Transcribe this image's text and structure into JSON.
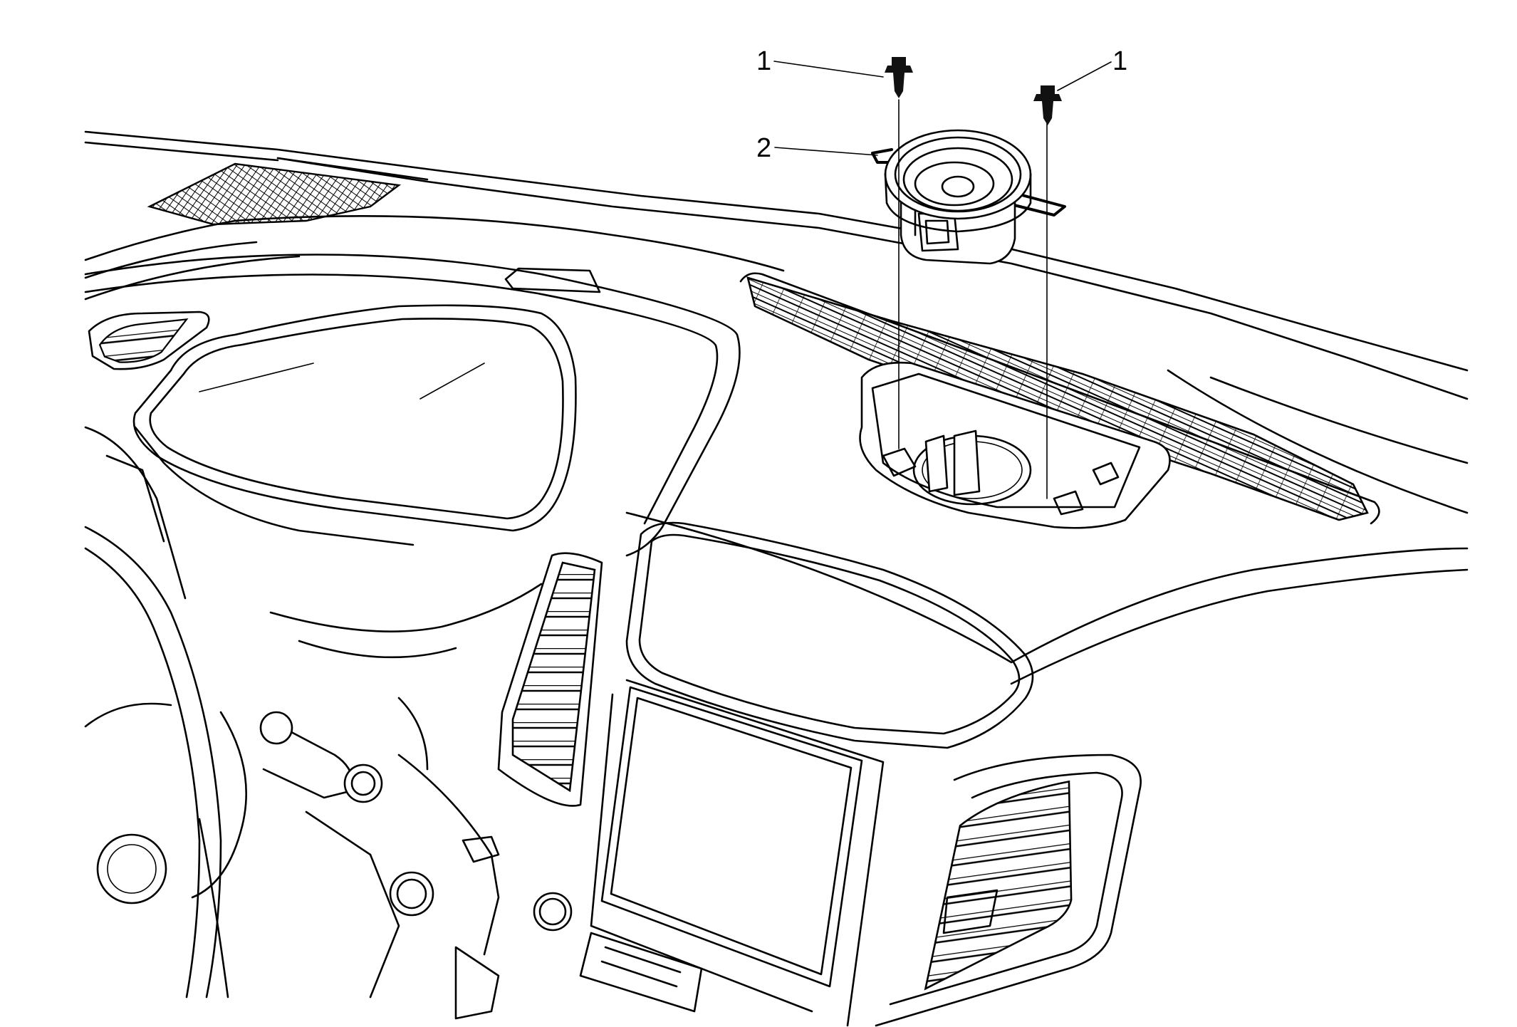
{
  "callouts": [
    {
      "label": "1"
    },
    {
      "label": "1"
    },
    {
      "label": "2"
    }
  ]
}
